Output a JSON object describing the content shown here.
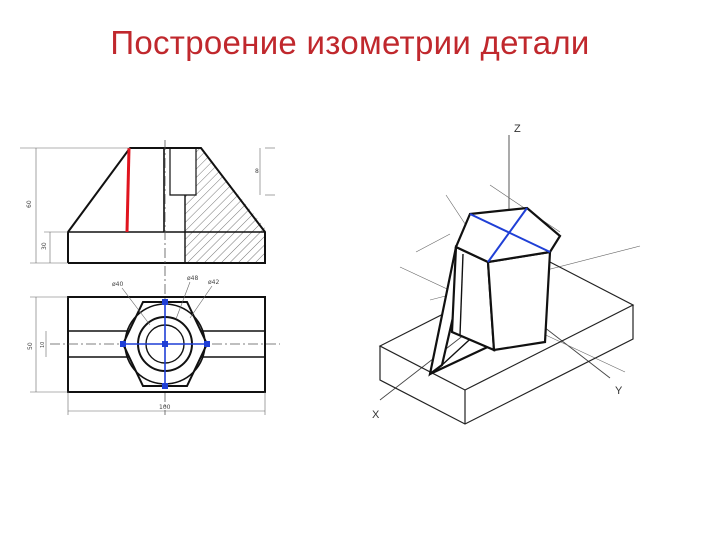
{
  "slide": {
    "title": "Построение изометрии детали"
  },
  "drawing": {
    "front_view": {
      "dim_height": "60",
      "dim_base": "30",
      "dim_top": "8"
    },
    "top_view": {
      "callout_1": "ø40",
      "callout_2": "ø48",
      "callout_3": "ø42",
      "dim_width": "100",
      "dim_depth": "50",
      "dim_slot": "10"
    },
    "isometric": {
      "axis_z": "Z",
      "axis_y": "Y",
      "axis_x": "X"
    }
  },
  "colors": {
    "title": "#c0282d",
    "highlight": "#e0141e",
    "construction": "#1f3fd6",
    "line": "#111111"
  }
}
